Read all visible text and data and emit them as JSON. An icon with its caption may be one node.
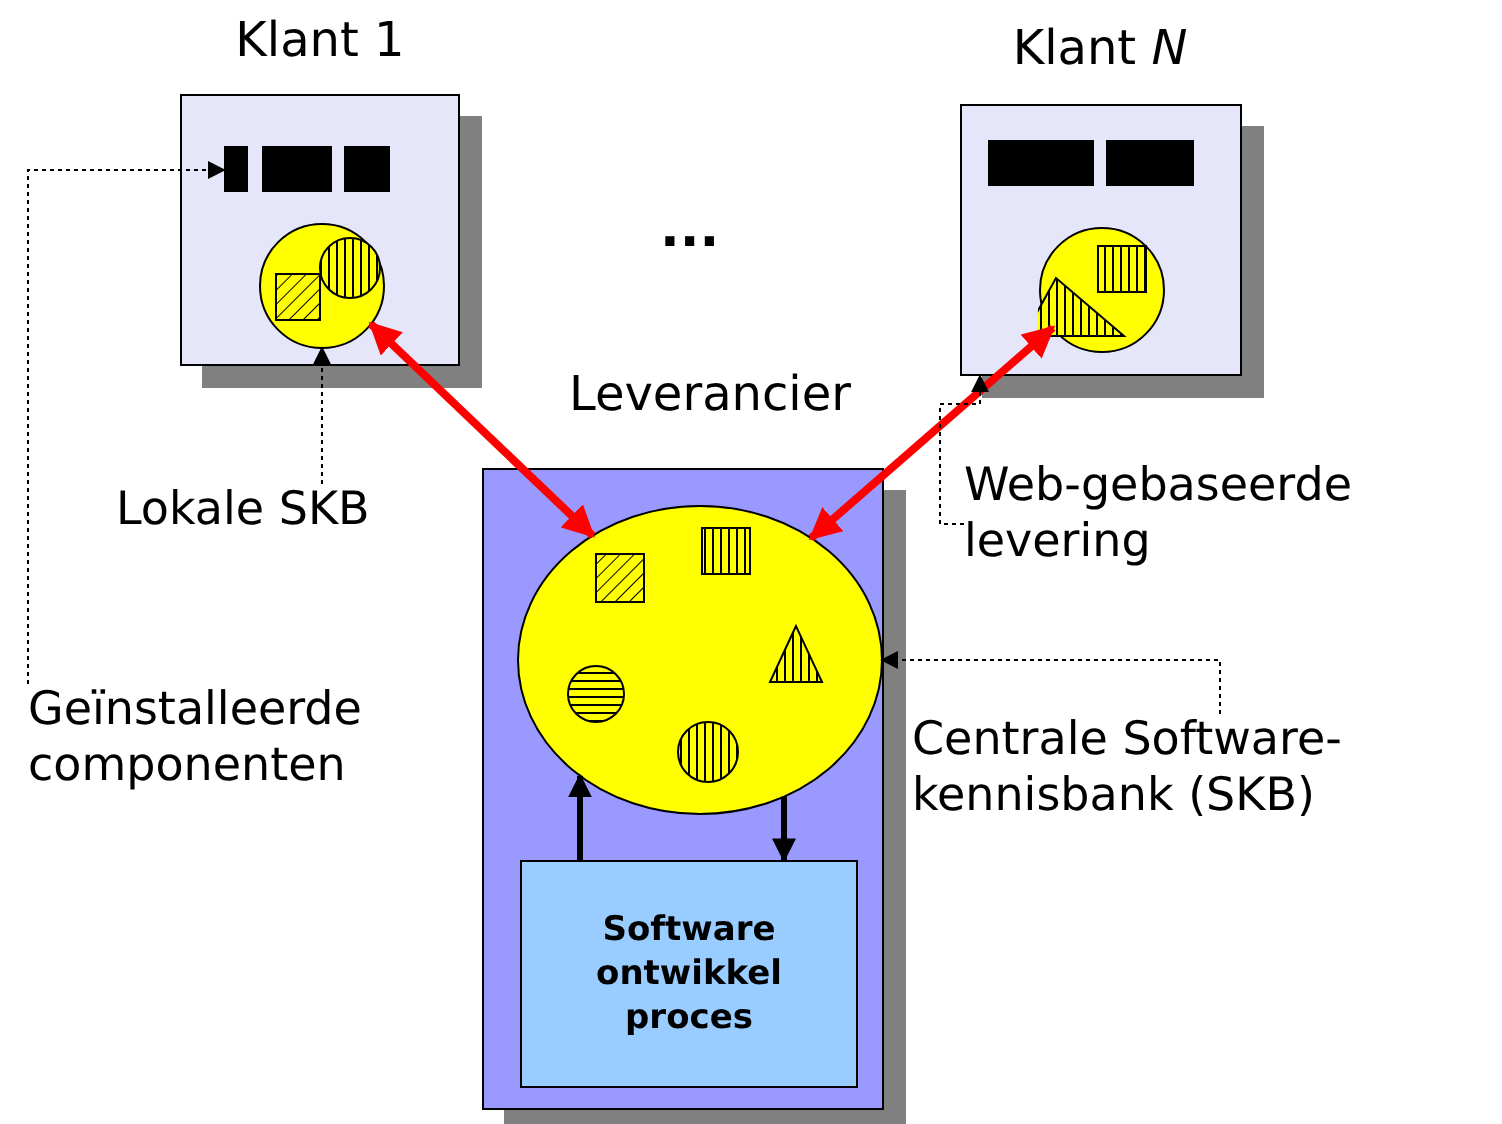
{
  "diagram": {
    "nodes": [
      {
        "text": [
          "Klant 1"
        ]
      },
      {
        "text": [],
        "shape": "circle",
        "in": 0
      },
      {
        "text": [],
        "shape": "bar",
        "in": 0
      },
      {
        "text": [
          "Klant *N*"
        ]
      },
      {
        "text": [],
        "shape": "circle",
        "in": 3
      },
      {
        "text": [
          "Leverancier"
        ]
      },
      {
        "text": [],
        "shape": "circle",
        "in": 5
      },
      {
        "text": [
          "Software ontwikkel proces"
        ],
        "in": 5
      },
      {
        "text": [
          "Lokale SKB"
        ]
      },
      {
        "text": [
          "Geïnstalleerde componenten"
        ]
      },
      {
        "text": [
          "Web-gebaseerde levering"
        ]
      },
      {
        "text": [
          "Centrale Software-kennisbank (SKB)"
        ]
      }
    ],
    "edges": [
      {
        "from": 1,
        "to": 6,
        "arrow": "both",
        "style": "thick",
        "color": "#ff0000"
      },
      {
        "from": 4,
        "to": 6,
        "arrow": "both",
        "style": "thick",
        "color": "#ff0000"
      },
      {
        "from": 8,
        "to": 1,
        "arrow": "to",
        "style": "dashed"
      },
      {
        "from": 9,
        "to": 2,
        "arrow": "to",
        "style": "dashed"
      },
      {
        "from": 10,
        "to": 3,
        "arrow": "to",
        "style": "dashed"
      },
      {
        "from": 11,
        "to": 6,
        "arrow": "to",
        "style": "dashed"
      },
      {
        "from": 7,
        "to": 6,
        "arrow": "to",
        "style": "thick"
      },
      {
        "from": 6,
        "to": 7,
        "arrow": "to",
        "style": "thick"
      }
    ],
    "labels": [
      "..."
    ]
  }
}
